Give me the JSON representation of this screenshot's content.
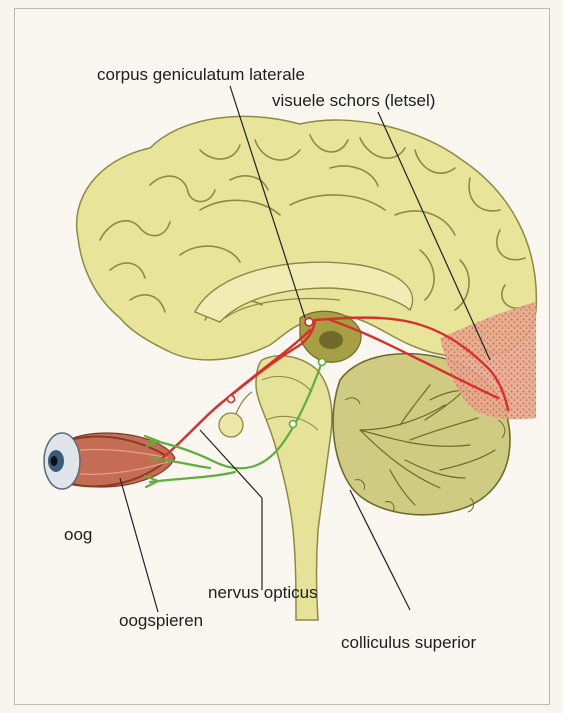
{
  "labels": {
    "corpus_geniculatum": "corpus geniculatum laterale",
    "visuele_schors": "visuele schors (letsel)",
    "oog": "oog",
    "nervus_opticus": "nervus opticus",
    "oogspieren": "oogspieren",
    "colliculus_superior": "colliculus superior"
  },
  "colors": {
    "cortex": "#e9e59a",
    "gyri_outline": "#8e8a45",
    "visual_pathway": "#d8302a",
    "motor_pathway": "#5fae3e",
    "lesion": "#e2a18c",
    "cerebellum": "#c9c47a",
    "leader_line": "#222222"
  }
}
